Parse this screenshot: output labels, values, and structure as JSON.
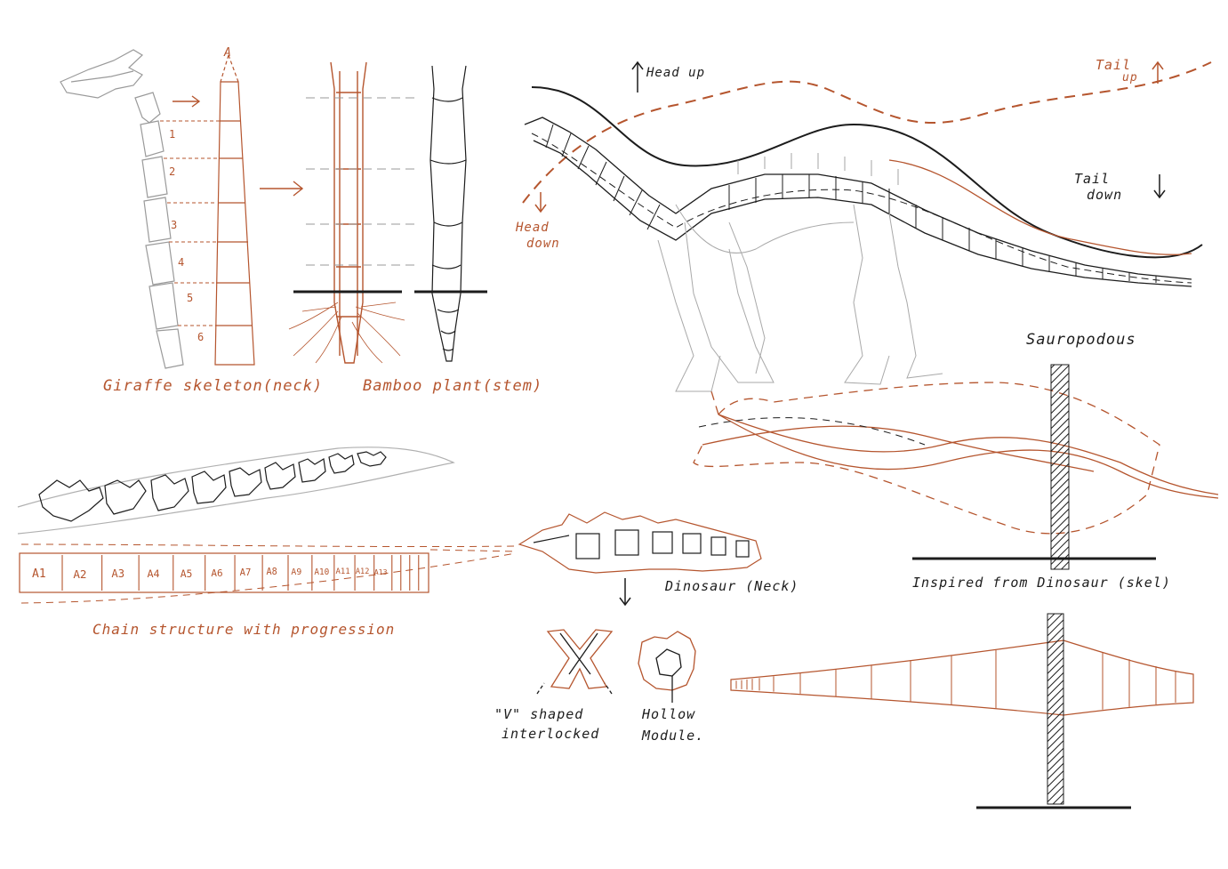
{
  "labels": {
    "giraffe": "Giraffe skeleton(neck)",
    "bamboo": "Bamboo plant(stem)",
    "head_up": "Head up",
    "head_down_1": "Head",
    "head_down_2": "down",
    "tail_up_1": "Tail",
    "tail_up_2": "up",
    "tail_down_1": "Tail",
    "tail_down_2": "down",
    "sauropodous": "Sauropodous",
    "chain": "Chain structure with progression",
    "dino_neck": "Dinosaur (Neck)",
    "inspired": "Inspired from Dinosaur (skel)",
    "v_shaped_1": "\"V\" shaped",
    "v_shaped_2": "interlocked",
    "hollow_1": "Hollow",
    "hollow_2": "Module."
  },
  "giraffe_numbers": [
    "1",
    "2",
    "3",
    "4",
    "5",
    "6"
  ],
  "apex_label": "A",
  "chain_modules": [
    "A1",
    "A2",
    "A3",
    "A4",
    "A5",
    "A6",
    "A7",
    "A8",
    "A9",
    "A10",
    "A11",
    "A12",
    "A13"
  ],
  "colors": {
    "ink": "#1c1c1c",
    "rust": "#b5552e",
    "pencil": "#a9a9a9"
  }
}
